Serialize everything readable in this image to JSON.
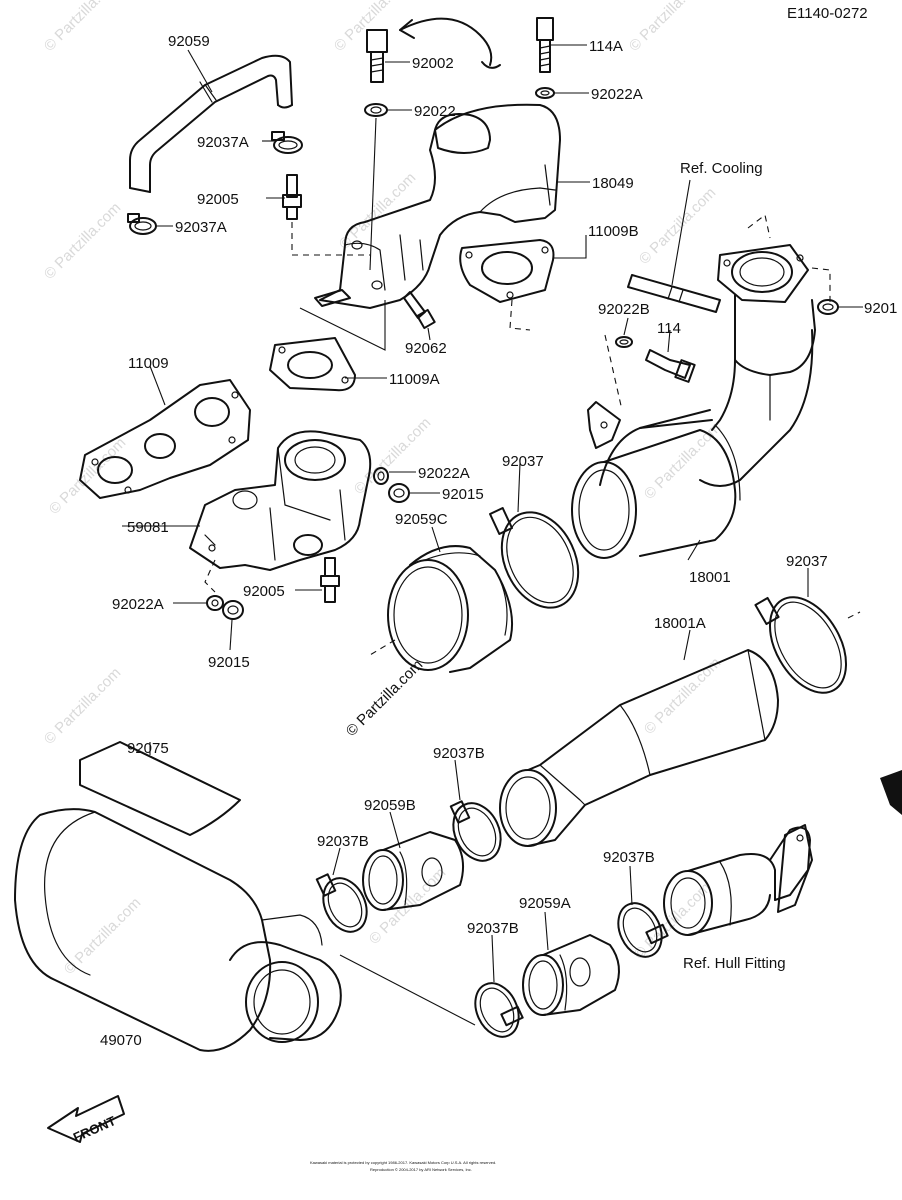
{
  "diagram_code": "E1140-0272",
  "labels": {
    "p92059": "92059",
    "p92002": "92002",
    "p114A": "114A",
    "p92022A_top": "92022A",
    "p92022": "92022",
    "p92037A_1": "92037A",
    "p18049": "18049",
    "ref_cooling": "Ref. Cooling",
    "p92005_top": "92005",
    "p92037A_2": "92037A",
    "p11009B": "11009B",
    "p92022B": "92022B",
    "p9201x": "9201",
    "p114": "114",
    "p92062": "92062",
    "p11009A": "11009A",
    "p11009": "11009",
    "p92022A_mid": "92022A",
    "p92037_mid": "92037",
    "p92015_mid": "92015",
    "p92059C": "92059C",
    "p59081": "59081",
    "p92005_mid": "92005",
    "p18001": "18001",
    "p92037_right": "92037",
    "p92022A_low": "92022A",
    "p92015_low": "92015",
    "p18001A": "18001A",
    "p92075": "92075",
    "p92037B_1": "92037B",
    "p92059B": "92059B",
    "p92037B_2": "92037B",
    "p92037B_3": "92037B",
    "p92059A": "92059A",
    "p92037B_4": "92037B",
    "ref_hull": "Ref. Hull Fitting",
    "p49070": "49070"
  },
  "front_arrow": "FRONT",
  "watermark": "© Partzilla.com",
  "copyright_line1": "Kawasaki material is protected by copyright 1986-2017. Kawasaki Motors Corp U.S.A. All rights reserved.",
  "copyright_line2": "Reproduction © 2004-2017 by ARI Network Services, Inc."
}
